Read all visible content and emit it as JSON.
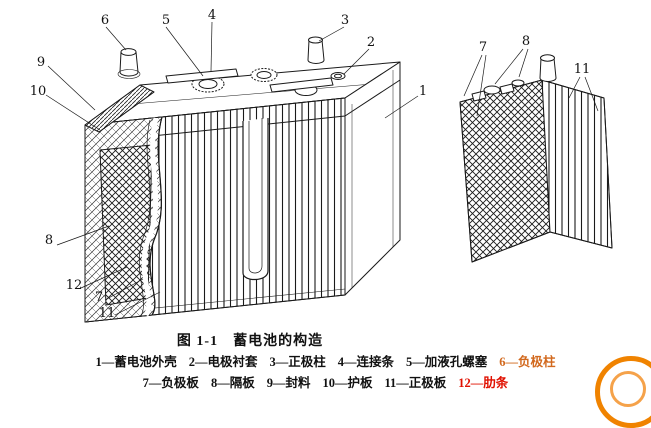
{
  "colors": {
    "line": "#1a1a1a",
    "highlight_orange": "#d2691e",
    "highlight_red": "#e01000",
    "watermark_orange": "#f08300"
  },
  "figure": {
    "caption": "图 1-1　蓄电池的构造",
    "callouts": {
      "m1": "1",
      "m2": "2",
      "m3": "3",
      "m4": "4",
      "m5": "5",
      "m6": "6",
      "m7": "7",
      "m8": "8",
      "m9": "9",
      "m10": "10",
      "m11": "11",
      "m12": "12",
      "r7": "7",
      "r8": "8",
      "r11": "11"
    },
    "legend": {
      "line1": [
        {
          "text": "1—蓄电池外壳"
        },
        {
          "text": "2—电极衬套"
        },
        {
          "text": "3—正极柱"
        },
        {
          "text": "4—连接条"
        },
        {
          "text": "5—加液孔螺塞"
        },
        {
          "text": "6—负极柱",
          "highlight": "orange"
        }
      ],
      "line2": [
        {
          "text": "7—负极板"
        },
        {
          "text": "8—隔板"
        },
        {
          "text": "9—封料"
        },
        {
          "text": "10—护板"
        },
        {
          "text": "11—正极板"
        },
        {
          "text": "12—肋条",
          "highlight": "red"
        }
      ]
    }
  }
}
